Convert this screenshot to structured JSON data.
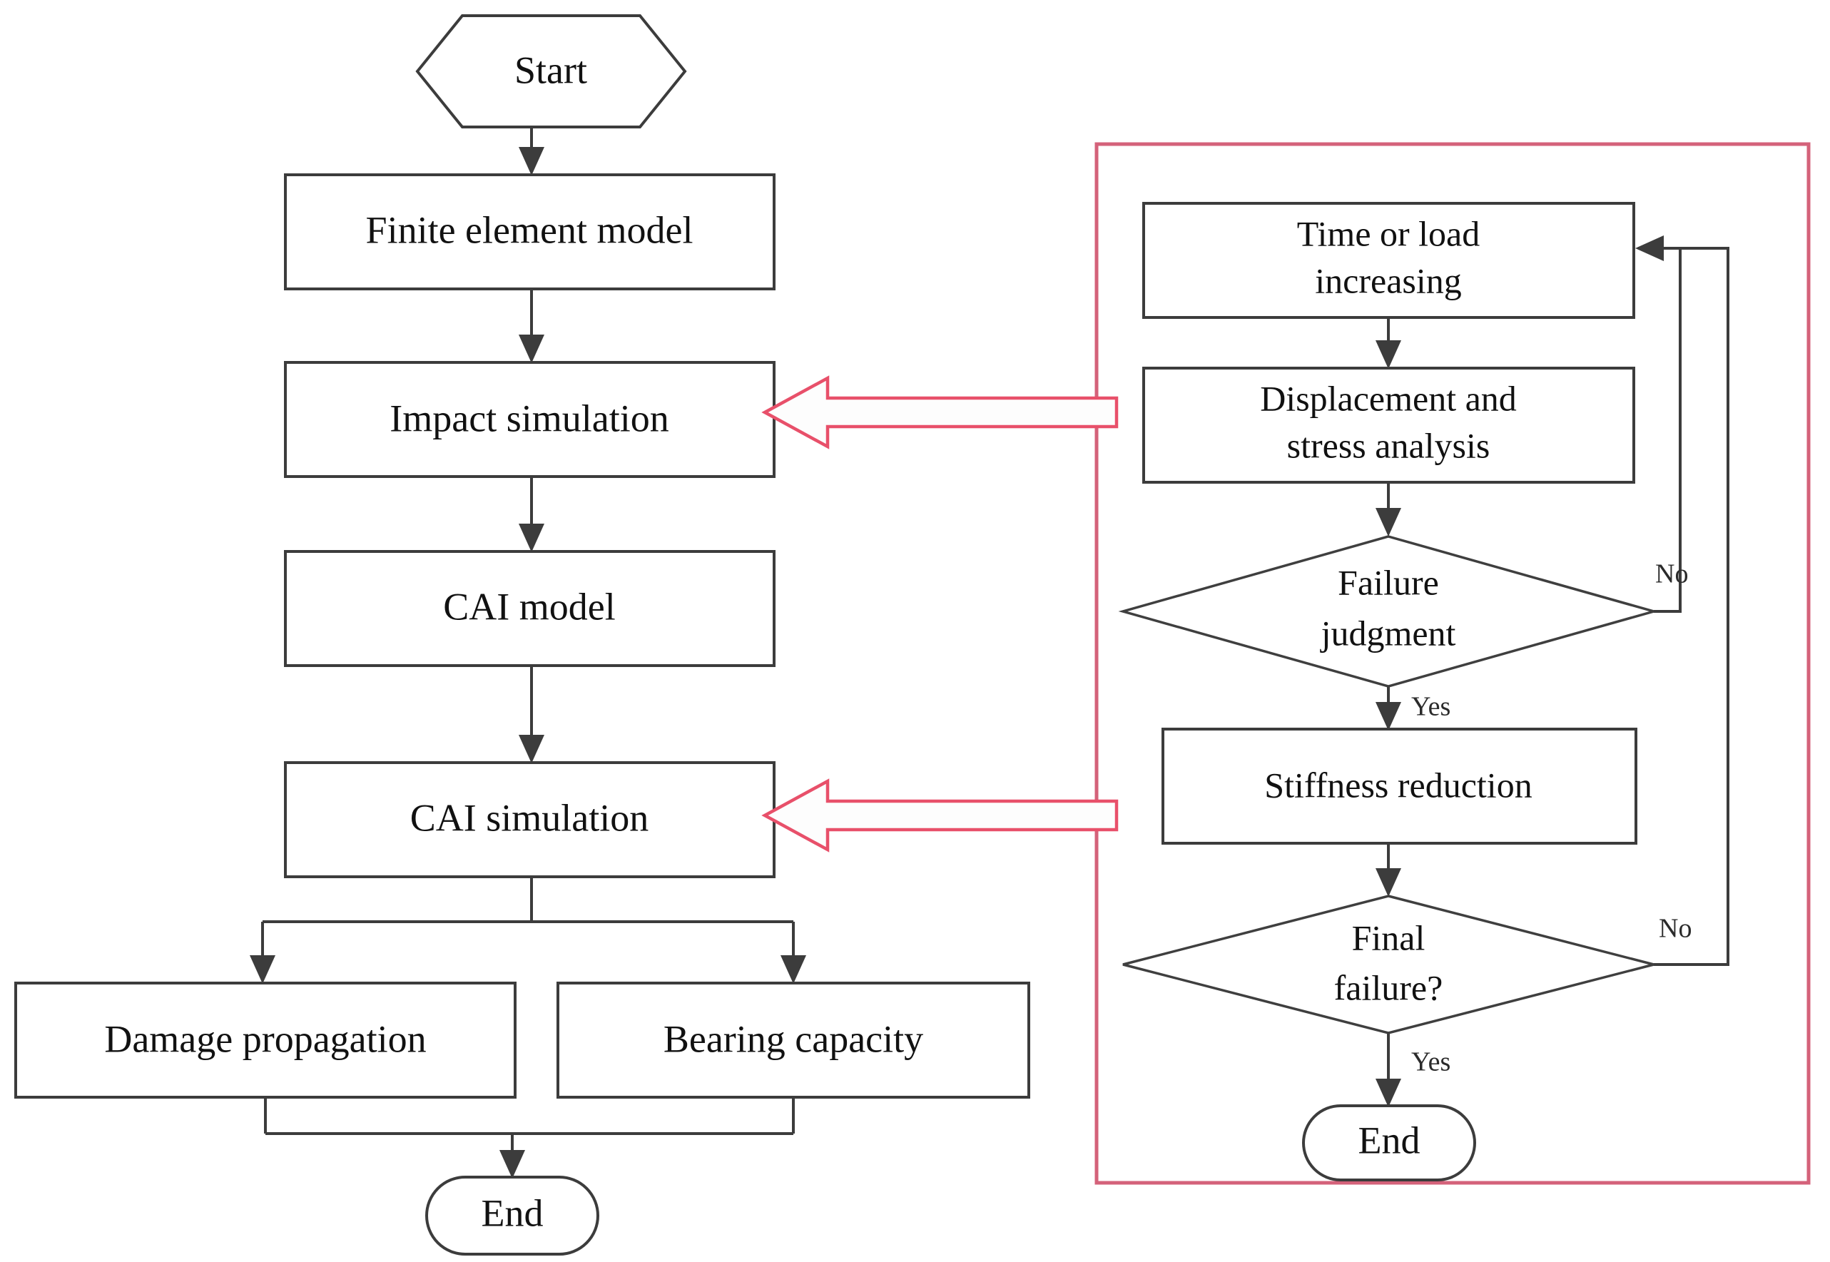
{
  "diagram": {
    "title": "CAI simulation and progressive failure analysis flowchart",
    "colors": {
      "node_stroke": "#3c3c3c",
      "node_fill": "#ffffff",
      "text": "#111111",
      "red_container": "#d4627a",
      "red_arrow": "#e8506a"
    },
    "main_flow": {
      "start_node": {
        "label": "Start",
        "shape": "hexagon"
      },
      "steps": [
        {
          "id": "fem",
          "label": "Finite element model",
          "shape": "rectangle"
        },
        {
          "id": "impact",
          "label": "Impact simulation",
          "shape": "rectangle"
        },
        {
          "id": "cai-model",
          "label": "CAI model",
          "shape": "rectangle"
        },
        {
          "id": "cai-sim",
          "label": "CAI simulation",
          "shape": "rectangle"
        }
      ],
      "branches": [
        {
          "id": "damage",
          "label": "Damage propagation",
          "shape": "rectangle"
        },
        {
          "id": "bearing",
          "label": "Bearing capacity",
          "shape": "rectangle"
        }
      ],
      "end_node": {
        "label": "End",
        "shape": "stadium"
      }
    },
    "subprocess": {
      "container_style": "red-outlined-box",
      "steps": [
        {
          "id": "time-load",
          "label": "Time or load\nincreasing",
          "line1": "Time or load",
          "line2": "increasing",
          "shape": "rectangle"
        },
        {
          "id": "disp-stress",
          "label": "Displacement and\nstress analysis",
          "line1": "Displacement and",
          "line2": "stress analysis",
          "shape": "rectangle"
        },
        {
          "id": "failure-judgment",
          "label": "Failure\njudgment",
          "line1": "Failure",
          "line2": "judgment",
          "shape": "diamond"
        },
        {
          "id": "stiffness",
          "label": "Stiffness reduction",
          "shape": "rectangle"
        },
        {
          "id": "final-failure",
          "label": "Final\nfailure?",
          "line1": "Final",
          "line2": "failure?",
          "shape": "diamond"
        }
      ],
      "end_node": {
        "label": "End",
        "shape": "stadium"
      },
      "edge_labels": {
        "failure_judgment_no": "No",
        "failure_judgment_yes": "Yes",
        "final_failure_no": "No",
        "final_failure_yes": "Yes"
      }
    },
    "cross_links": [
      {
        "id": "link-impact",
        "from": "subprocess",
        "to": "impact",
        "style": "red-block-arrow",
        "direction": "left"
      },
      {
        "id": "link-cai-sim",
        "from": "subprocess",
        "to": "cai-sim",
        "style": "red-block-arrow",
        "direction": "left"
      }
    ]
  }
}
